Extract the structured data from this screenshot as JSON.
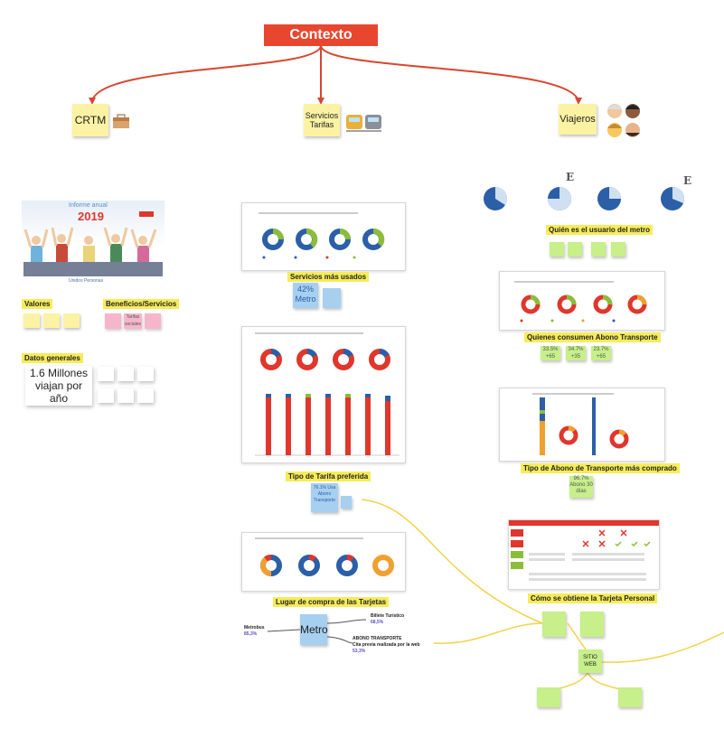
{
  "title": "Contexto",
  "branches": {
    "crtm": "CRTM",
    "servicios": "Servicios Tarifas",
    "viajeros": "Viajeros"
  },
  "icons": {
    "crtm": "briefcase-icon",
    "servicios": "train-icon",
    "viajeros": "people-icon"
  },
  "left": {
    "report_title": "Informe anual",
    "report_year": "2019",
    "report_footer": "Unidos Personas",
    "valores": "Valores",
    "beneficios": "Beneficios/Servicios",
    "beneficios_item": "Tarifas sociales",
    "datos_generales": "Datos generales",
    "big_stat": "1.6 Millones viajan por año"
  },
  "center": {
    "servicios_title": "Servicios más usados",
    "metro_pct": "42% Metro",
    "tarifa_title": "Tipo de Tarifa preferida",
    "tarifa_note": "76.1% Usa Abono Transporte",
    "lugar_title": "Lugar de compra de las Tarjetas",
    "metro_node": "Metro",
    "metrobus_label": "Metrobus",
    "metrobus_pct": "85,3%",
    "billete_label": "Billete Turístico",
    "billete_pct": "68,5%",
    "abono_label": "ABONO TRANSPORTE",
    "cita_label": "Cita previa realizada por la web",
    "cita_pct": "53,3%"
  },
  "right": {
    "quien_title": "Quién es el usuario del metro",
    "quienes_title": "Quienes consumen Abono Transporte",
    "pct1": "33.5%",
    "pct1b": "+65",
    "pct2": "34.7%",
    "pct2b": "+35",
    "pct3": "23.7%",
    "pct3b": "+65",
    "abono_title": "Tipo de Abono de Transporte más comprado",
    "abono_note": "96.7% Abono 30 días",
    "como_title": "Cómo se obtiene la Tarjeta Personal",
    "sitio_web": "SITIO WEB"
  },
  "chart_data": {
    "type": "pie",
    "note": "decorative thumbnails of embedded reports",
    "colors": [
      "#2b5fa8",
      "#e0362c",
      "#8bbd3a",
      "#f0a030",
      "#6fa8dc"
    ]
  }
}
